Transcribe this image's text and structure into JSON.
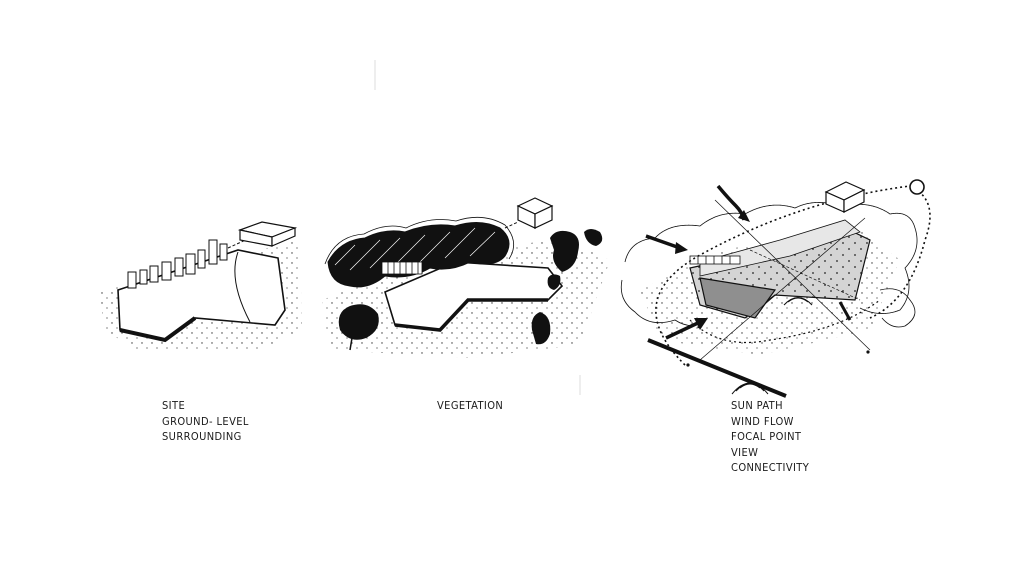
{
  "panels": [
    {
      "id": "site",
      "caption_lines": [
        "SITE",
        "GROUND- LEVEL",
        "SURROUNDING"
      ]
    },
    {
      "id": "vegetation",
      "caption_lines": [
        "VEGETATION"
      ]
    },
    {
      "id": "analysis",
      "caption_lines": [
        "SUN PATH",
        "WIND FLOW",
        "FOCAL POINT",
        "VIEW",
        "CONNECTIVITY"
      ]
    }
  ],
  "colors": {
    "ink": "#111111",
    "background": "#ffffff",
    "site_fill_light": "#d4d4d4",
    "site_fill_dark": "#8f8f8f"
  }
}
